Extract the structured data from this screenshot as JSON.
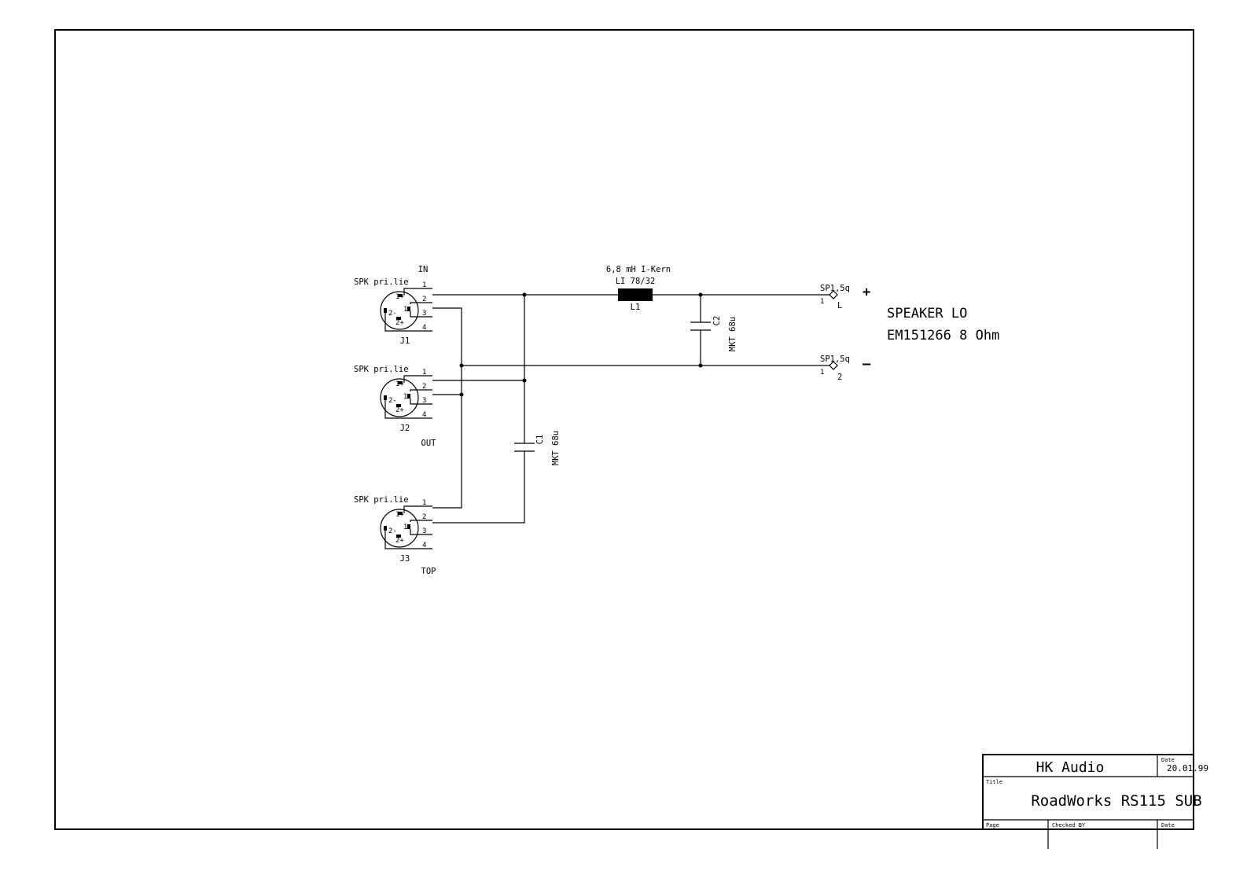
{
  "connectors": [
    {
      "ref": "J1",
      "type": "SPK pri.lie",
      "label": "IN",
      "pins": [
        "1",
        "2",
        "3",
        "4"
      ],
      "inner": [
        "1+",
        "1-",
        "2-",
        "2+"
      ]
    },
    {
      "ref": "J2",
      "type": "SPK pri.lie",
      "label": "OUT",
      "pins": [
        "1",
        "2",
        "3",
        "4"
      ],
      "inner": [
        "1+",
        "1-",
        "2-",
        "2+"
      ]
    },
    {
      "ref": "J3",
      "type": "SPK pri.lie",
      "label": "TOP",
      "pins": [
        "1",
        "2",
        "3",
        "4"
      ],
      "inner": [
        "1+",
        "1-",
        "2-",
        "2+"
      ]
    }
  ],
  "inductor": {
    "ref": "L1",
    "value": "6,8 mH I-Kern",
    "part": "LI 78/32"
  },
  "capacitors": [
    {
      "ref": "C2",
      "value": "MKT 68u"
    },
    {
      "ref": "C1",
      "value": "MKT 68u"
    }
  ],
  "speaker_terminals": [
    {
      "type": "SP1,5q",
      "pin": "1",
      "label": "L",
      "polarity": "+"
    },
    {
      "type": "SP1,5q",
      "pin": "1",
      "label": "2",
      "polarity": "–"
    }
  ],
  "speaker": {
    "line1": "SPEAKER LO",
    "line2": "EM151266 8 Ohm"
  },
  "title_block": {
    "company": "HK Audio",
    "date_label": "Date",
    "date": "20.01.99",
    "title_label": "Title",
    "title": "RoadWorks RS115 SUB",
    "page_label": "Page",
    "checked_label": "Checked BY",
    "date2_label": "Date"
  }
}
